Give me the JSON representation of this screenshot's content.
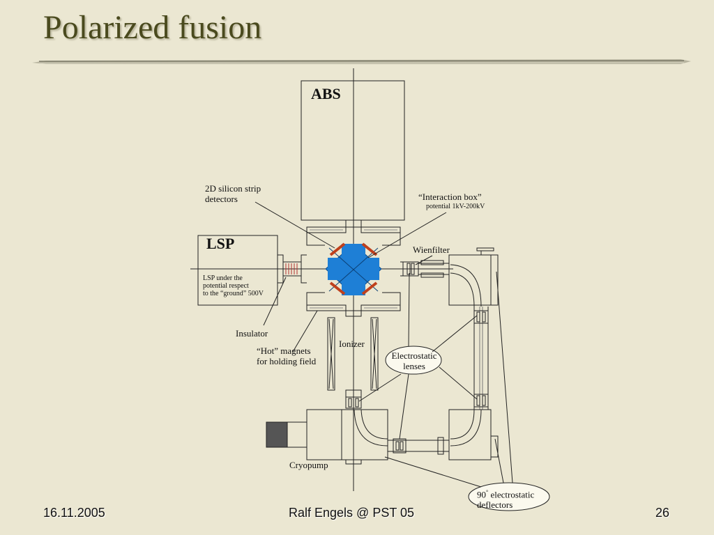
{
  "slide": {
    "title": "Polarized fusion",
    "footer_date": "16.11.2005",
    "footer_center": "Ralf Engels @ PST 05",
    "page_number": "26"
  },
  "diagram": {
    "abs": "ABS",
    "lsp": "LSP",
    "detectors": "2D silicon strip\ndetectors",
    "interaction_box": "“Interaction box”",
    "interaction_potential": "potential 1kV-200kV",
    "wienfilter": "Wienfilter",
    "lsp_note": "LSP under the\npotential respect\nto the “ground” 500V",
    "insulator": "Insulator",
    "hot_magnets": "“Hot” magnets\nfor holding field",
    "ionizer": "Ionizer",
    "lenses": "Electrostatic\nlenses",
    "cryopump": "Cryopump",
    "deflectors_num": "90",
    "deflectors_deg": "°",
    "deflectors_rest": " electrostatic\ndeflectors"
  },
  "colors": {
    "background": "#ebe7d2",
    "title": "#4a4a1e",
    "interaction_box": "#1e7fd6",
    "detector": "#c0401c",
    "pump": "#555555"
  }
}
